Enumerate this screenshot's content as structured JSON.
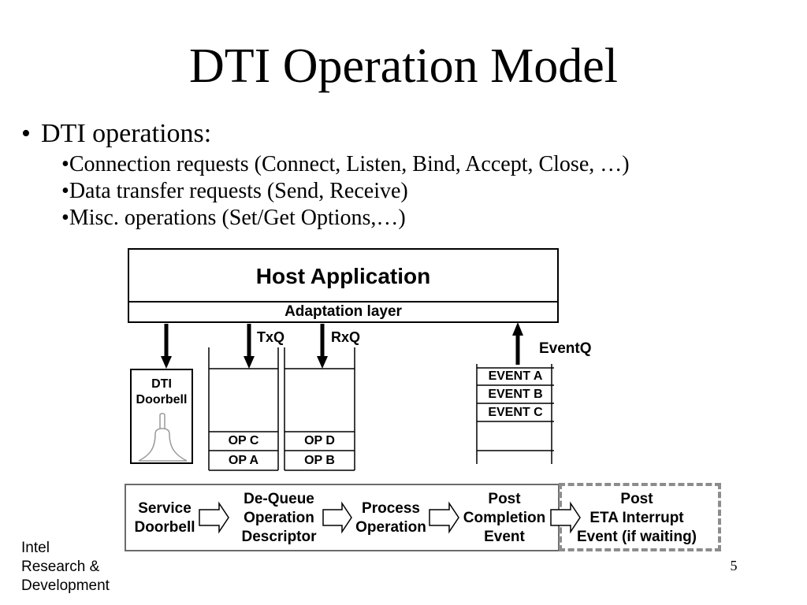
{
  "slide": {
    "title": "DTI Operation Model",
    "bullet": {
      "marker": "•",
      "text": "DTI operations:"
    },
    "sub_bullets": [
      {
        "marker": "•",
        "text": "Connection requests (Connect, Listen, Bind, Accept, Close, …)"
      },
      {
        "marker": "•",
        "text": "Data transfer requests (Send, Receive)"
      },
      {
        "marker": "•",
        "text": "Misc. operations (Set/Get Options,…)"
      }
    ]
  },
  "diagram": {
    "host": {
      "title": "Host Application",
      "layer": "Adaptation layer"
    },
    "doorbell": {
      "lines": [
        "DTI",
        "Doorbell"
      ],
      "icon": "bell-icon"
    },
    "txq": {
      "label": "TxQ",
      "items": [
        "OP C",
        "OP A"
      ]
    },
    "rxq": {
      "label": "RxQ",
      "items": [
        "OP D",
        "OP B"
      ]
    },
    "eventq": {
      "label": "EventQ",
      "items": [
        "EVENT A",
        "EVENT B",
        "EVENT C"
      ]
    },
    "flow": {
      "steps": [
        {
          "lines": [
            "Service",
            "Doorbell"
          ]
        },
        {
          "lines": [
            "De-Queue",
            "Operation",
            "Descriptor"
          ]
        },
        {
          "lines": [
            "Process",
            "Operation"
          ]
        },
        {
          "lines": [
            "Post",
            "Completion",
            "Event"
          ]
        },
        {
          "lines": [
            "Post",
            "ETA Interrupt",
            "Event (if waiting)"
          ]
        }
      ],
      "arrow_icon": "hollow-right-arrow-icon"
    }
  },
  "footer": {
    "org": [
      "Intel",
      "Research &",
      "Development"
    ],
    "page_number": "5"
  },
  "colors": {
    "text": "#000000",
    "background": "#ffffff",
    "flow_border": "#6b6b6b",
    "dashed_border": "#8c8c8c",
    "bell_outline": "#9a9a9a"
  }
}
